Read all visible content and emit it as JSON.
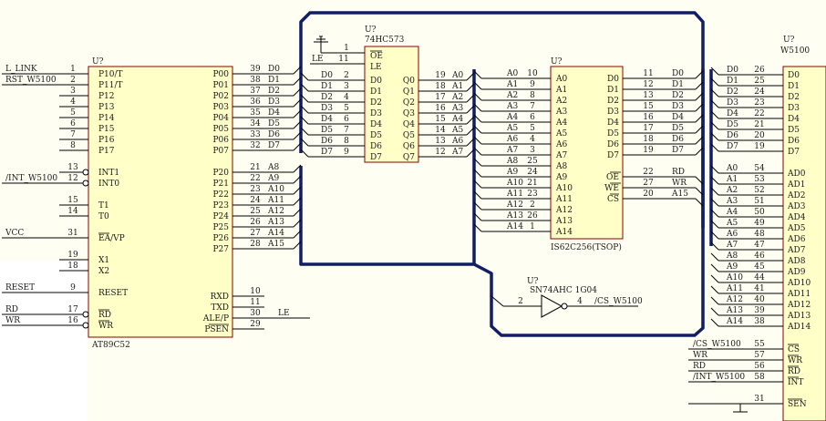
{
  "chips": {
    "mcu": {
      "ref": "U?",
      "name": "AT89C52",
      "left": [
        {
          "pin": "1",
          "name": "P10/T",
          "net": "L_LINK"
        },
        {
          "pin": "2",
          "name": "P11/T",
          "net": "RST_W5100"
        },
        {
          "pin": "3",
          "name": "P12",
          "net": ""
        },
        {
          "pin": "4",
          "name": "P13",
          "net": ""
        },
        {
          "pin": "5",
          "name": "P14",
          "net": ""
        },
        {
          "pin": "6",
          "name": "P15",
          "net": ""
        },
        {
          "pin": "7",
          "name": "P16",
          "net": ""
        },
        {
          "pin": "8",
          "name": "P17",
          "net": ""
        },
        {
          "pin": "13",
          "name": "INT1",
          "net": ""
        },
        {
          "pin": "12",
          "name": "INT0",
          "net": "/INT_W5100"
        },
        {
          "pin": "15",
          "name": "T1",
          "net": ""
        },
        {
          "pin": "14",
          "name": "T0",
          "net": ""
        },
        {
          "pin": "31",
          "name": "EA/VP",
          "net": "VCC"
        },
        {
          "pin": "19",
          "name": "X1",
          "net": ""
        },
        {
          "pin": "18",
          "name": "X2",
          "net": ""
        },
        {
          "pin": "9",
          "name": "RESET",
          "net": "RESET"
        },
        {
          "pin": "17",
          "name": "RD",
          "net": "RD"
        },
        {
          "pin": "16",
          "name": "WR",
          "net": "WR"
        }
      ],
      "right": [
        {
          "pin": "39",
          "name": "P00",
          "net": "D0"
        },
        {
          "pin": "38",
          "name": "P01",
          "net": "D1"
        },
        {
          "pin": "37",
          "name": "P02",
          "net": "D2"
        },
        {
          "pin": "36",
          "name": "P03",
          "net": "D3"
        },
        {
          "pin": "35",
          "name": "P04",
          "net": "D4"
        },
        {
          "pin": "34",
          "name": "P05",
          "net": "D5"
        },
        {
          "pin": "33",
          "name": "P06",
          "net": "D6"
        },
        {
          "pin": "32",
          "name": "P07",
          "net": "D7"
        },
        {
          "pin": "21",
          "name": "P20",
          "net": "A8"
        },
        {
          "pin": "22",
          "name": "P21",
          "net": "A9"
        },
        {
          "pin": "23",
          "name": "P22",
          "net": "A10"
        },
        {
          "pin": "24",
          "name": "P23",
          "net": "A11"
        },
        {
          "pin": "25",
          "name": "P24",
          "net": "A12"
        },
        {
          "pin": "26",
          "name": "P25",
          "net": "A13"
        },
        {
          "pin": "27",
          "name": "P26",
          "net": "A14"
        },
        {
          "pin": "28",
          "name": "P27",
          "net": "A15"
        },
        {
          "pin": "10",
          "name": "RXD",
          "net": ""
        },
        {
          "pin": "11",
          "name": "TXD",
          "net": ""
        },
        {
          "pin": "30",
          "name": "ALE/P",
          "net": "LE"
        },
        {
          "pin": "29",
          "name": "PSEN",
          "net": ""
        }
      ]
    },
    "latch": {
      "ref": "U?",
      "name": "74HC573",
      "top": [
        {
          "pin": "1",
          "name": "OE"
        },
        {
          "pin": "11",
          "name": "LE",
          "net": "LE"
        }
      ],
      "left": [
        {
          "pin": "2",
          "name": "D0",
          "net": "D0"
        },
        {
          "pin": "3",
          "name": "D1",
          "net": "D1"
        },
        {
          "pin": "4",
          "name": "D2",
          "net": "D2"
        },
        {
          "pin": "5",
          "name": "D3",
          "net": "D3"
        },
        {
          "pin": "6",
          "name": "D4",
          "net": "D4"
        },
        {
          "pin": "7",
          "name": "D5",
          "net": "D5"
        },
        {
          "pin": "8",
          "name": "D6",
          "net": "D6"
        },
        {
          "pin": "9",
          "name": "D7",
          "net": "D7"
        }
      ],
      "right": [
        {
          "pin": "19",
          "name": "Q0",
          "net": "A0"
        },
        {
          "pin": "18",
          "name": "Q1",
          "net": "A1"
        },
        {
          "pin": "17",
          "name": "Q2",
          "net": "A2"
        },
        {
          "pin": "16",
          "name": "Q3",
          "net": "A3"
        },
        {
          "pin": "15",
          "name": "Q4",
          "net": "A4"
        },
        {
          "pin": "14",
          "name": "Q5",
          "net": "A5"
        },
        {
          "pin": "13",
          "name": "Q6",
          "net": "A6"
        },
        {
          "pin": "12",
          "name": "Q7",
          "net": "A7"
        }
      ]
    },
    "sram": {
      "ref": "U?",
      "name": "IS62C256(TSOP)",
      "left": [
        {
          "pin": "10",
          "name": "A0",
          "net": "A0"
        },
        {
          "pin": "9",
          "name": "A1",
          "net": "A1"
        },
        {
          "pin": "8",
          "name": "A2",
          "net": "A2"
        },
        {
          "pin": "7",
          "name": "A3",
          "net": "A3"
        },
        {
          "pin": "6",
          "name": "A4",
          "net": "A4"
        },
        {
          "pin": "5",
          "name": "A5",
          "net": "A5"
        },
        {
          "pin": "4",
          "name": "A6",
          "net": "A6"
        },
        {
          "pin": "3",
          "name": "A7",
          "net": "A7"
        },
        {
          "pin": "25",
          "name": "A8",
          "net": "A8"
        },
        {
          "pin": "24",
          "name": "A9",
          "net": "A9"
        },
        {
          "pin": "21",
          "name": "A10",
          "net": "A10"
        },
        {
          "pin": "23",
          "name": "A11",
          "net": "A11"
        },
        {
          "pin": "2",
          "name": "A12",
          "net": "A12"
        },
        {
          "pin": "26",
          "name": "A13",
          "net": "A13"
        },
        {
          "pin": "1",
          "name": "A14",
          "net": "A14"
        }
      ],
      "right": [
        {
          "pin": "11",
          "name": "D0",
          "net": "D0"
        },
        {
          "pin": "12",
          "name": "D1",
          "net": "D1"
        },
        {
          "pin": "13",
          "name": "D2",
          "net": "D2"
        },
        {
          "pin": "15",
          "name": "D3",
          "net": "D3"
        },
        {
          "pin": "16",
          "name": "D4",
          "net": "D4"
        },
        {
          "pin": "17",
          "name": "D5",
          "net": "D5"
        },
        {
          "pin": "18",
          "name": "D6",
          "net": "D6"
        },
        {
          "pin": "19",
          "name": "D7",
          "net": "D7"
        },
        {
          "pin": "22",
          "name": "OE",
          "net": "RD"
        },
        {
          "pin": "27",
          "name": "WE",
          "net": "WR"
        },
        {
          "pin": "20",
          "name": "CS",
          "net": "A15"
        }
      ]
    },
    "w5100": {
      "ref": "U?",
      "name": "W5100",
      "left": [
        {
          "pin": "26",
          "name": "D0",
          "net": "D0"
        },
        {
          "pin": "25",
          "name": "D1",
          "net": "D1"
        },
        {
          "pin": "24",
          "name": "D2",
          "net": "D2"
        },
        {
          "pin": "23",
          "name": "D3",
          "net": "D3"
        },
        {
          "pin": "22",
          "name": "D4",
          "net": "D4"
        },
        {
          "pin": "21",
          "name": "D5",
          "net": "D5"
        },
        {
          "pin": "20",
          "name": "D6",
          "net": "D6"
        },
        {
          "pin": "19",
          "name": "D7",
          "net": "D7"
        },
        {
          "pin": "54",
          "name": "AD0",
          "net": "A0"
        },
        {
          "pin": "53",
          "name": "AD1",
          "net": "A1"
        },
        {
          "pin": "52",
          "name": "AD2",
          "net": "A2"
        },
        {
          "pin": "51",
          "name": "AD3",
          "net": "A3"
        },
        {
          "pin": "50",
          "name": "AD4",
          "net": "A4"
        },
        {
          "pin": "49",
          "name": "AD5",
          "net": "A5"
        },
        {
          "pin": "48",
          "name": "AD6",
          "net": "A6"
        },
        {
          "pin": "47",
          "name": "AD7",
          "net": "A7"
        },
        {
          "pin": "46",
          "name": "AD8",
          "net": "A8"
        },
        {
          "pin": "45",
          "name": "AD9",
          "net": "A9"
        },
        {
          "pin": "44",
          "name": "AD10",
          "net": "A10"
        },
        {
          "pin": "41",
          "name": "AD11",
          "net": "A11"
        },
        {
          "pin": "40",
          "name": "AD12",
          "net": "A12"
        },
        {
          "pin": "39",
          "name": "AD13",
          "net": "A13"
        },
        {
          "pin": "38",
          "name": "AD14",
          "net": "A14"
        },
        {
          "pin": "55",
          "name": "CS",
          "net": "/CS_W5100"
        },
        {
          "pin": "57",
          "name": "WR",
          "net": "WR"
        },
        {
          "pin": "56",
          "name": "RD",
          "net": "RD"
        },
        {
          "pin": "58",
          "name": "INT",
          "net": "/INT_W5100"
        },
        {
          "pin": "31",
          "name": "SEN",
          "net": ""
        }
      ]
    },
    "inverter": {
      "ref": "U?",
      "name": "SN74AHC 1G04",
      "in_pin": "2",
      "out_pin": "4",
      "out_net": "/CS_W5100"
    }
  }
}
